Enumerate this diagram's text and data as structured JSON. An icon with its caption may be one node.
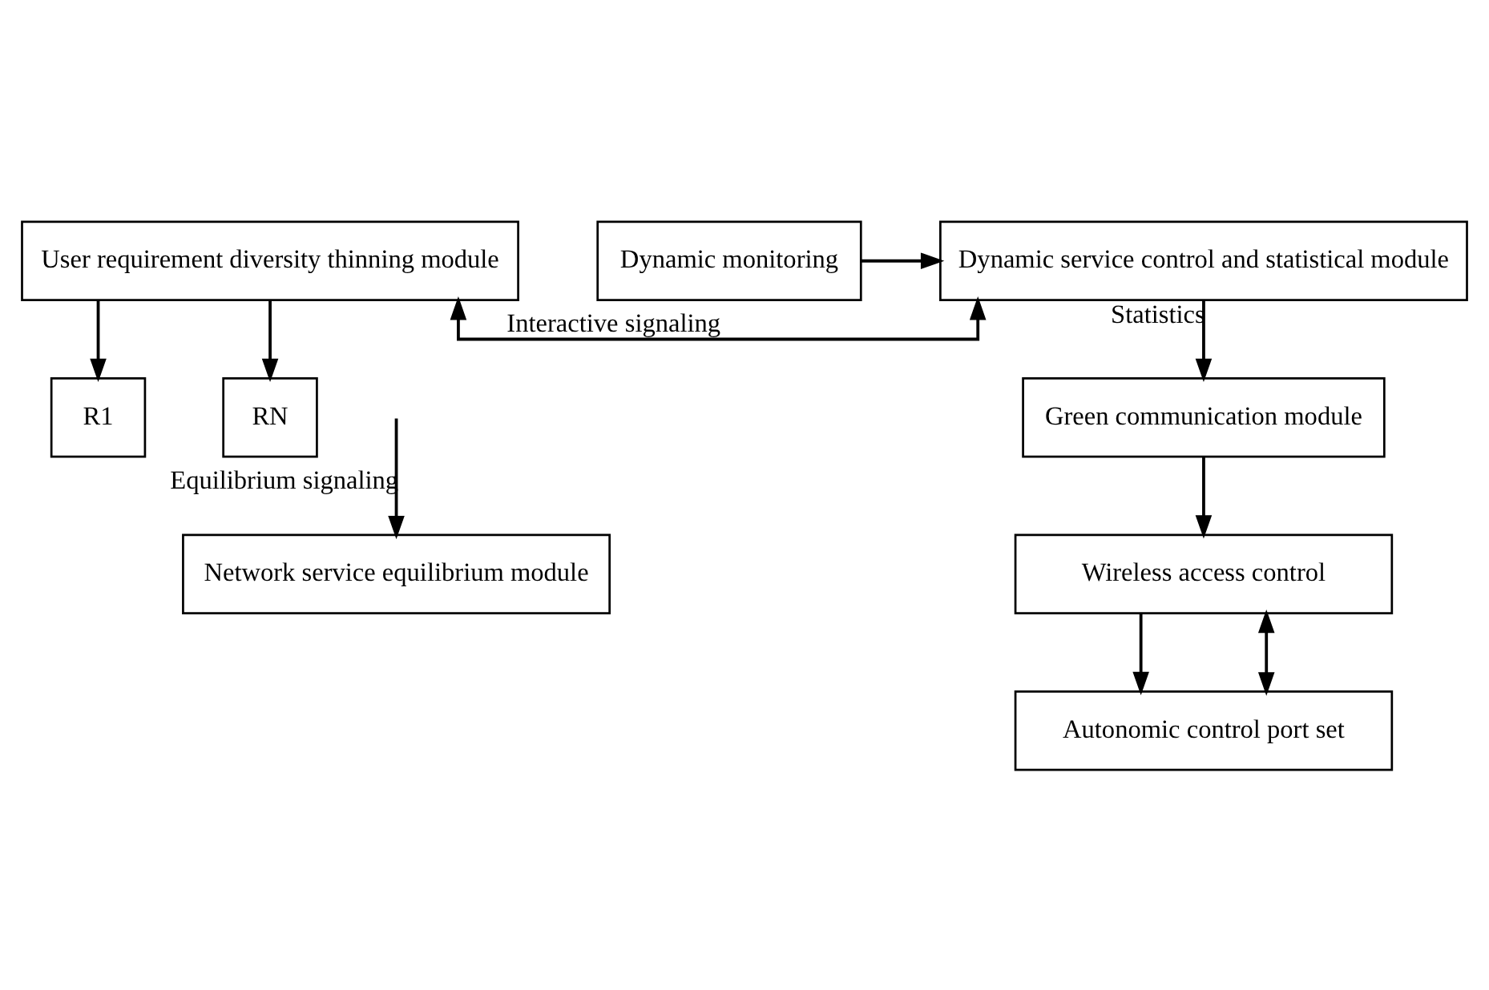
{
  "diagram": {
    "nodes": [
      {
        "text": [
          "User requirement diversity thinning module"
        ]
      },
      {
        "text": [
          "Dynamic service control and statistical module"
        ]
      },
      {
        "text": [
          "Dynamic monitoring"
        ]
      },
      {
        "text": [
          "R1"
        ]
      },
      {
        "text": [
          "RN"
        ]
      },
      {
        "text": [
          "Green communication module"
        ]
      },
      {
        "text": [
          "Wireless access control"
        ]
      },
      {
        "text": [
          "Network service equilibrium module"
        ]
      },
      {
        "text": [
          "Autonomic control port set"
        ]
      }
    ],
    "edges": [
      {
        "from": 0,
        "to": 1,
        "arrow": "both",
        "label": "Interactive signaling"
      },
      {
        "from": 2,
        "to": 1,
        "arrow": "to"
      },
      {
        "from": 0,
        "to": 3,
        "arrow": "to"
      },
      {
        "from": 0,
        "to": 4,
        "arrow": "to"
      },
      {
        "from": 1,
        "to": 5,
        "arrow": "to",
        "label": "Statistics"
      },
      {
        "from": 5,
        "to": 6,
        "arrow": "to"
      },
      {
        "from": null,
        "to": 7,
        "arrow": "to",
        "label": "Equilibrium signaling"
      },
      {
        "from": 6,
        "to": 8,
        "arrow": "to"
      },
      {
        "from": 8,
        "to": 6,
        "arrow": "both"
      }
    ]
  }
}
